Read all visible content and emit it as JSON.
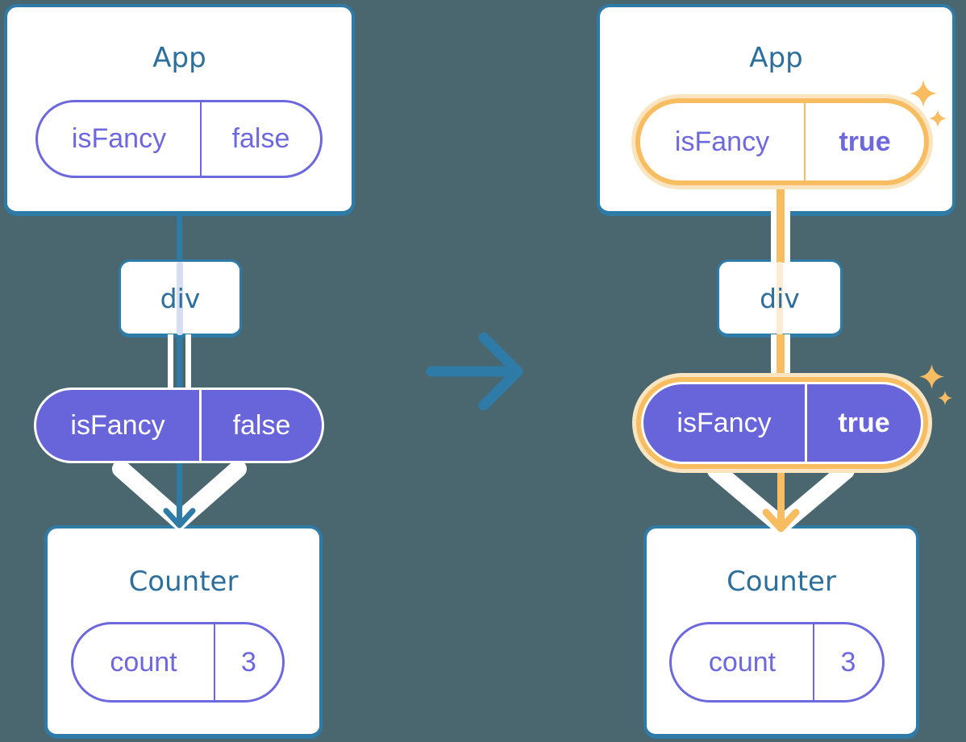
{
  "before": {
    "app": {
      "title": "App",
      "prop_name": "isFancy",
      "prop_value": "false"
    },
    "div_label": "div",
    "passed_prop": {
      "name": "isFancy",
      "value": "false"
    },
    "counter": {
      "title": "Counter",
      "state_name": "count",
      "state_value": "3"
    }
  },
  "after": {
    "app": {
      "title": "App",
      "prop_name": "isFancy",
      "prop_value": "true"
    },
    "div_label": "div",
    "passed_prop": {
      "name": "isFancy",
      "value": "true"
    },
    "counter": {
      "title": "Counter",
      "state_name": "count",
      "state_value": "3"
    }
  },
  "colors": {
    "background": "#4A6770",
    "card_border": "#2E7BA8",
    "title_text": "#2D6F9C",
    "purple_stroke": "#6E68DF",
    "purple_fill": "#6864DA",
    "highlight_orange": "#F8BD60",
    "highlight_glow": "#FBE5C1",
    "faint_line_blue": "#D7DEF3",
    "faint_line_orange": "#FDEBD3",
    "white": "#FFFFFF"
  },
  "icons": {
    "sparkle": "sparkle-icon",
    "transition_arrow": "right-arrow-icon",
    "pass_down_arrow": "down-arrow-icon"
  }
}
